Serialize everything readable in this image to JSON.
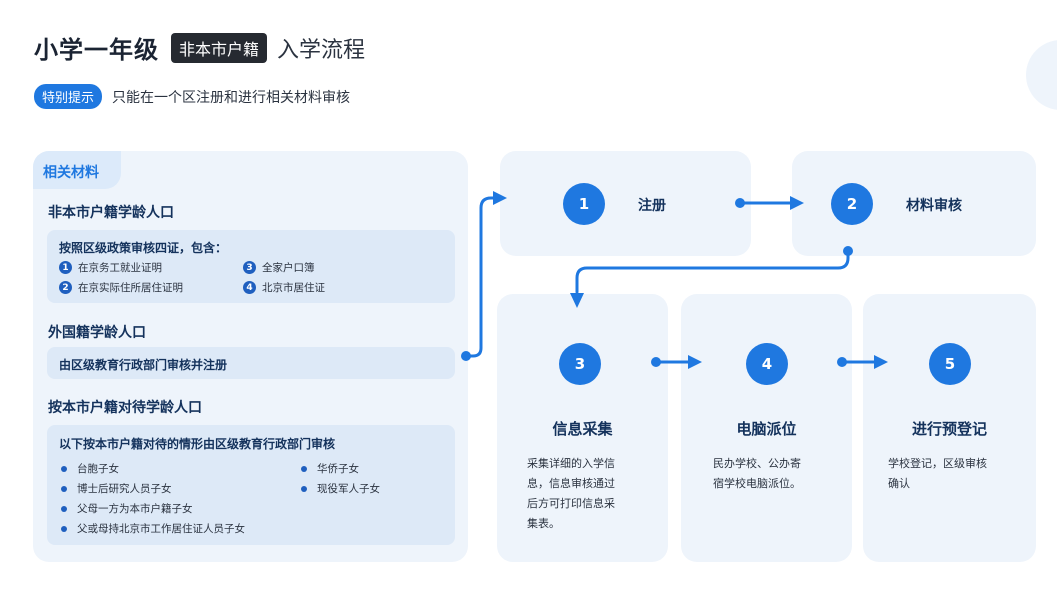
{
  "header": {
    "title_main": "小学一年级",
    "title_badge": "非本市户籍",
    "title_tail": "入学流程",
    "tip_badge": "特别提示",
    "tip_text": "只能在一个区注册和进行相关材料审核"
  },
  "materials": {
    "tab_label": "相关材料",
    "sections": [
      {
        "title": "非本市户籍学龄人口",
        "box_head": "按照区级政策审核四证，包含：",
        "items": [
          {
            "num": "1",
            "text": "在京务工就业证明"
          },
          {
            "num": "2",
            "text": "在京实际住所居住证明"
          },
          {
            "num": "3",
            "text": "全家户口簿"
          },
          {
            "num": "4",
            "text": "北京市居住证"
          }
        ]
      },
      {
        "title": "外国籍学龄人口",
        "box_head": "由区级教育行政部门审核并注册"
      },
      {
        "title": "按本市户籍对待学龄人口",
        "box_head": "以下按本市户籍对待的情形由区级教育行政部门审核",
        "items": [
          "台胞子女",
          "博士后研究人员子女",
          "父母一方为本市户籍子女",
          "父或母持北京市工作居住证人员子女",
          "华侨子女",
          "现役军人子女"
        ]
      }
    ]
  },
  "steps": [
    {
      "num": "1",
      "label": "注册"
    },
    {
      "num": "2",
      "label": "材料审核"
    },
    {
      "num": "3",
      "label": "信息采集",
      "desc": [
        "采集详细的入学信",
        "息，信息审核通过",
        "后方可打印信息采",
        "集表。"
      ]
    },
    {
      "num": "4",
      "label": "电脑派位",
      "desc": [
        "民办学校、公办寄",
        "宿学校电脑派位。"
      ]
    },
    {
      "num": "5",
      "label": "进行预登记",
      "desc": [
        "学校登记，区级审核",
        "确认"
      ]
    }
  ],
  "colors": {
    "accent": "#1f78e0",
    "card_bg": "#eef4fb",
    "dark_badge": "#262a31"
  }
}
